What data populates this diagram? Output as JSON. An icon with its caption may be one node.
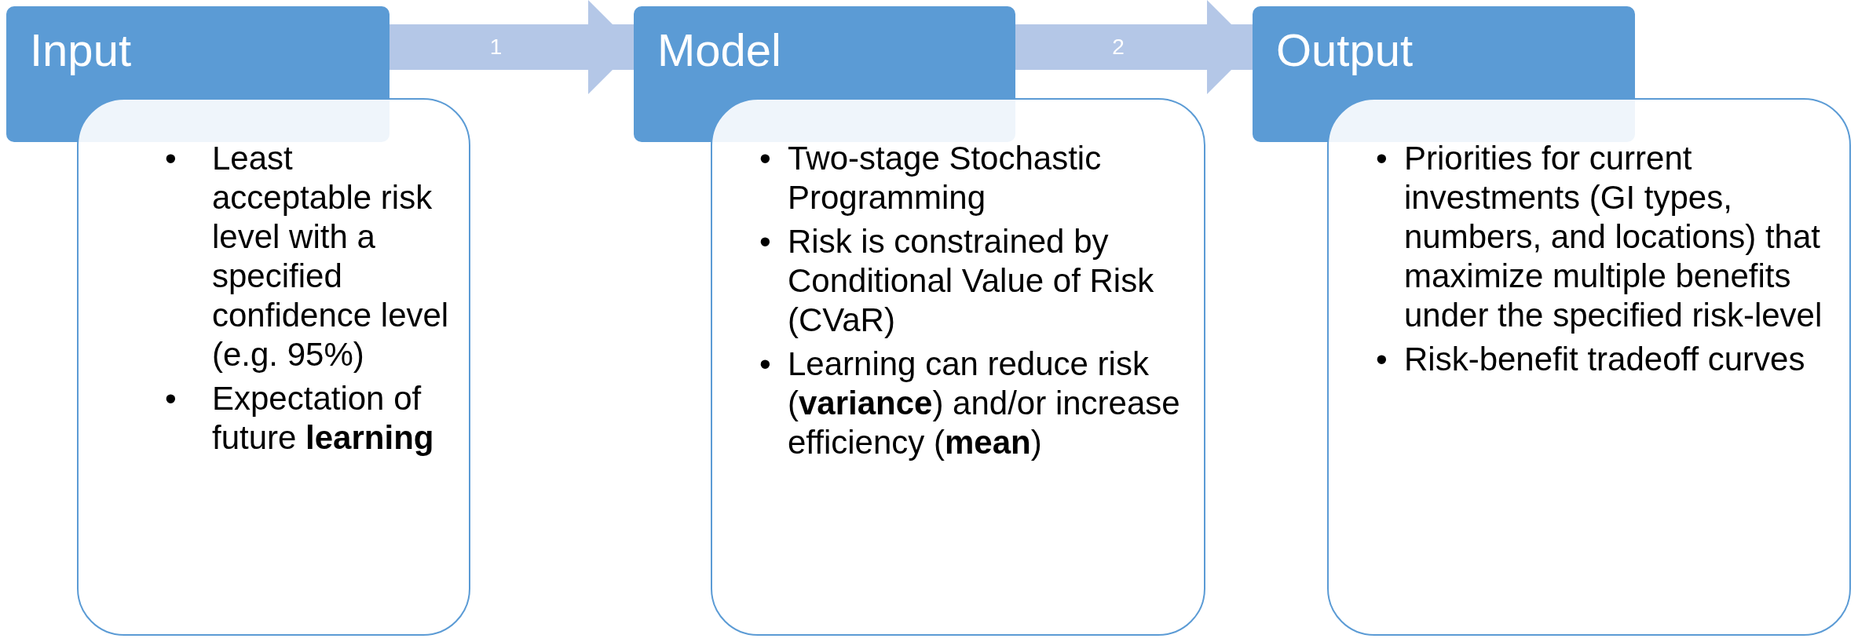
{
  "diagram": {
    "nodes": [
      {
        "text": [
          "Input"
        ]
      },
      {
        "text": [
          "• Least acceptable risk level with a specified confidence level (e.g. 95%)",
          "• Expectation of future **learning**"
        ]
      },
      {
        "text": [
          "Model"
        ]
      },
      {
        "text": [
          "• Two-stage Stochastic Programming",
          "• Risk is constrained by Conditional Value of Risk (CVaR)",
          "• Learning can reduce risk (**variance**) and/or increase efficiency (**mean**)"
        ]
      },
      {
        "text": [
          "Output"
        ]
      },
      {
        "text": [
          "• Priorities for current investments (GI types, numbers, and locations) that maximize multiple benefits under the specified risk-level",
          "• Risk-benefit tradeoff curves"
        ]
      }
    ],
    "edges": [
      {
        "from": 0,
        "to": 2,
        "arrow": "to",
        "label": "1"
      },
      {
        "from": 2,
        "to": 4,
        "arrow": "to",
        "label": "2"
      }
    ]
  }
}
